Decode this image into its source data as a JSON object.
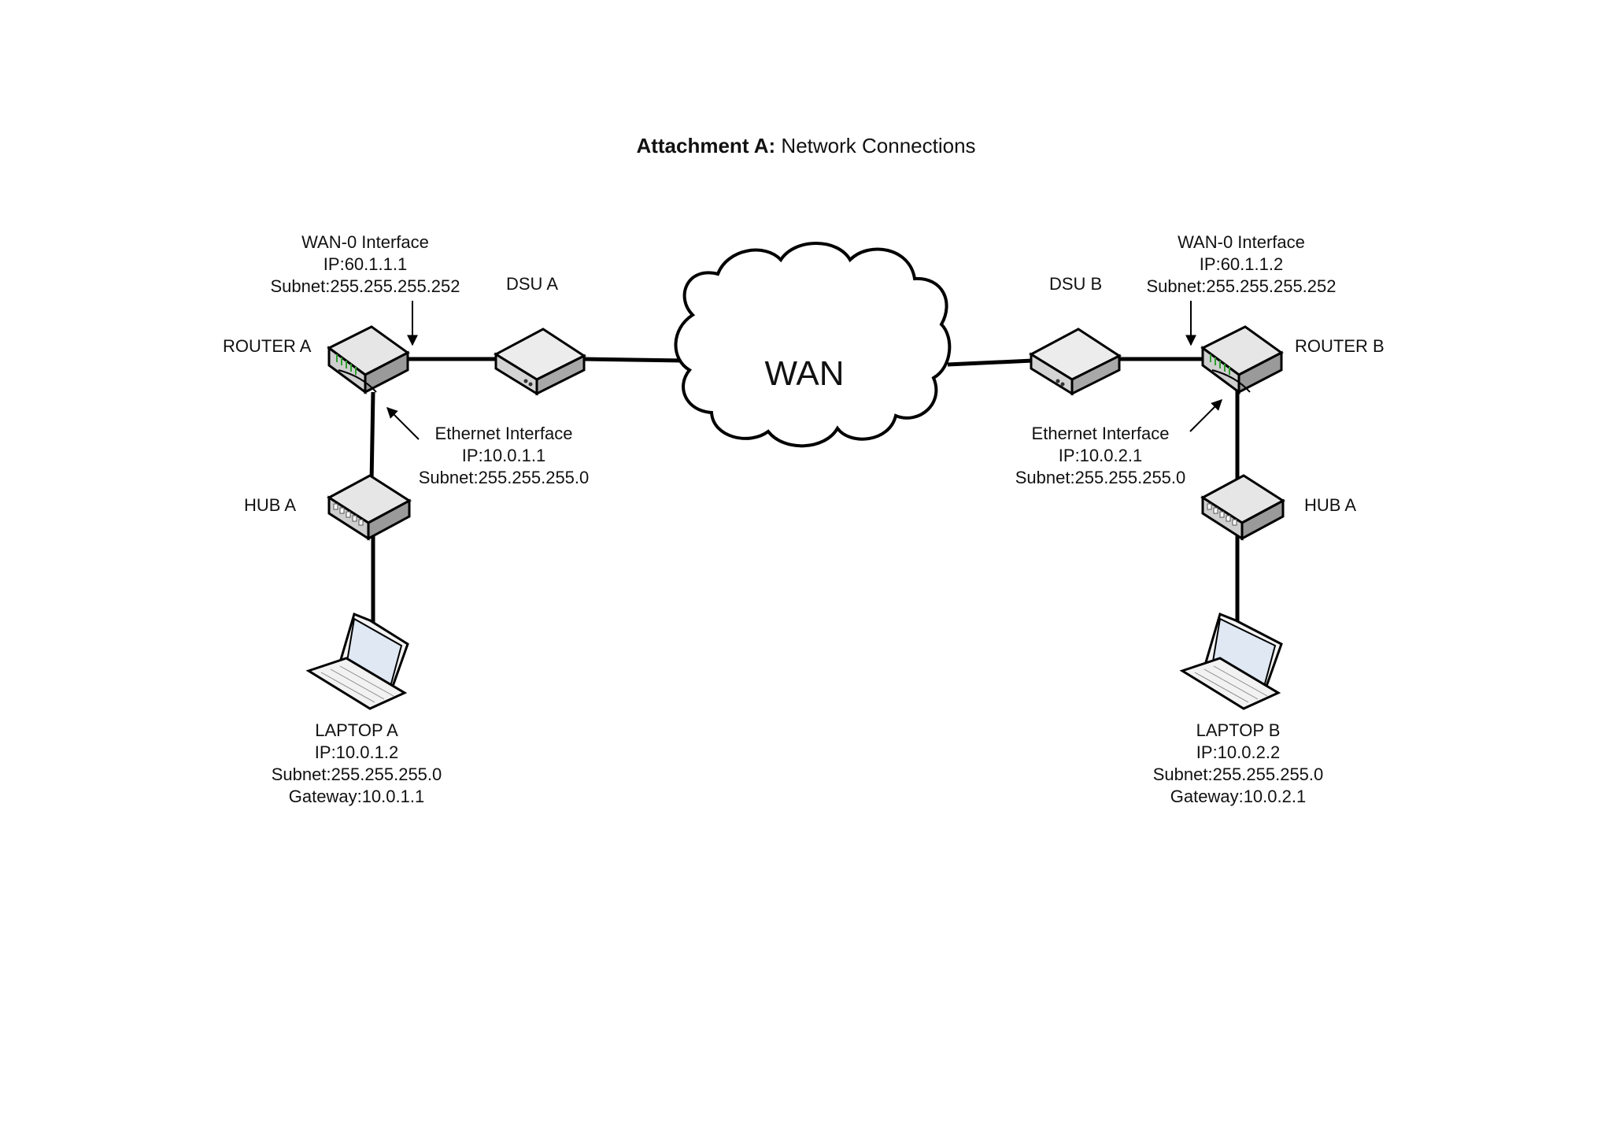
{
  "title": {
    "bold": "Attachment A:",
    "rest": "Network Connections"
  },
  "cloud_label": "WAN",
  "router_a": {
    "name": "ROUTER A",
    "wan_iface": {
      "name": "WAN-0 Interface",
      "ip": "IP:60.1.1.1",
      "subnet": "Subnet:255.255.255.252"
    },
    "eth_iface": {
      "name": "Ethernet Interface",
      "ip": "IP:10.0.1.1",
      "subnet": "Subnet:255.255.255.0"
    }
  },
  "router_b": {
    "name": "ROUTER B",
    "wan_iface": {
      "name": "WAN-0 Interface",
      "ip": "IP:60.1.1.2",
      "subnet": "Subnet:255.255.255.252"
    },
    "eth_iface": {
      "name": "Ethernet Interface",
      "ip": "IP:10.0.2.1",
      "subnet": "Subnet:255.255.255.0"
    }
  },
  "dsu_a": "DSU A",
  "dsu_b": "DSU B",
  "hub_left": "HUB A",
  "hub_right": "HUB A",
  "laptop_a": {
    "name": "LAPTOP A",
    "ip": "IP:10.0.1.2",
    "subnet": "Subnet:255.255.255.0",
    "gateway": "Gateway:10.0.1.1"
  },
  "laptop_b": {
    "name": "LAPTOP B",
    "ip": "IP:10.0.2.2",
    "subnet": "Subnet:255.255.255.0",
    "gateway": "Gateway:10.0.2.1"
  }
}
